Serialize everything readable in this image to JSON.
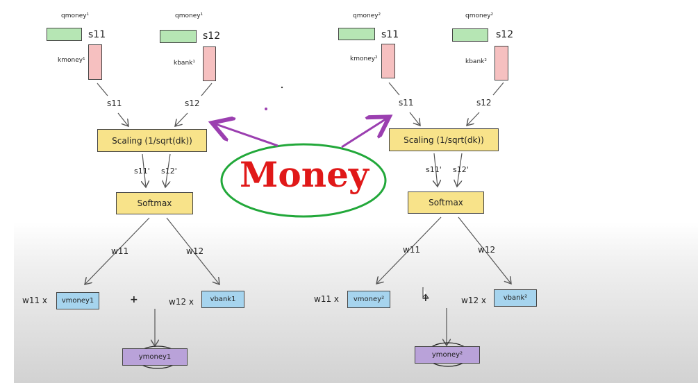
{
  "left": {
    "q1_label": "qmoney¹",
    "q2_label": "qmoney¹",
    "s11": "s11",
    "s12": "s12",
    "k1_label": "kmoney¹",
    "k2_label": "kbank¹",
    "s11_arrow": "s11",
    "s12_arrow": "s12",
    "scaling": "Scaling (1/sqrt(dk))",
    "s11p": "s11'",
    "s12p": "s12'",
    "softmax": "Softmax",
    "w11": "w11",
    "w12": "w12",
    "w11x": "w11 x",
    "w12x": "w12 x",
    "plus": "+",
    "v1": "vmoney1",
    "v2": "vbank1",
    "y": "ymoney1"
  },
  "right": {
    "q1_label": "qmoney²",
    "q2_label": "qmoney²",
    "s11": "s11",
    "s12": "s12",
    "k1_label": "kmoney²",
    "k2_label": "kbank²",
    "s11_arrow": "s11",
    "s12_arrow": "s12",
    "scaling": "Scaling (1/sqrt(dk))",
    "s11p": "s11'",
    "s12p": "s12'",
    "softmax": "Softmax",
    "w11": "w11",
    "w12": "w12",
    "w11x": "w11 x",
    "w12x": "w12 x",
    "plus": "+",
    "v1": "vmoney²",
    "v2": "vbank²",
    "y": "ymoney²"
  },
  "annotation": {
    "text": "Money",
    "text_color": "#e01818",
    "ellipse_color": "#22a83a",
    "arrow_color": "#9b3fb0"
  }
}
